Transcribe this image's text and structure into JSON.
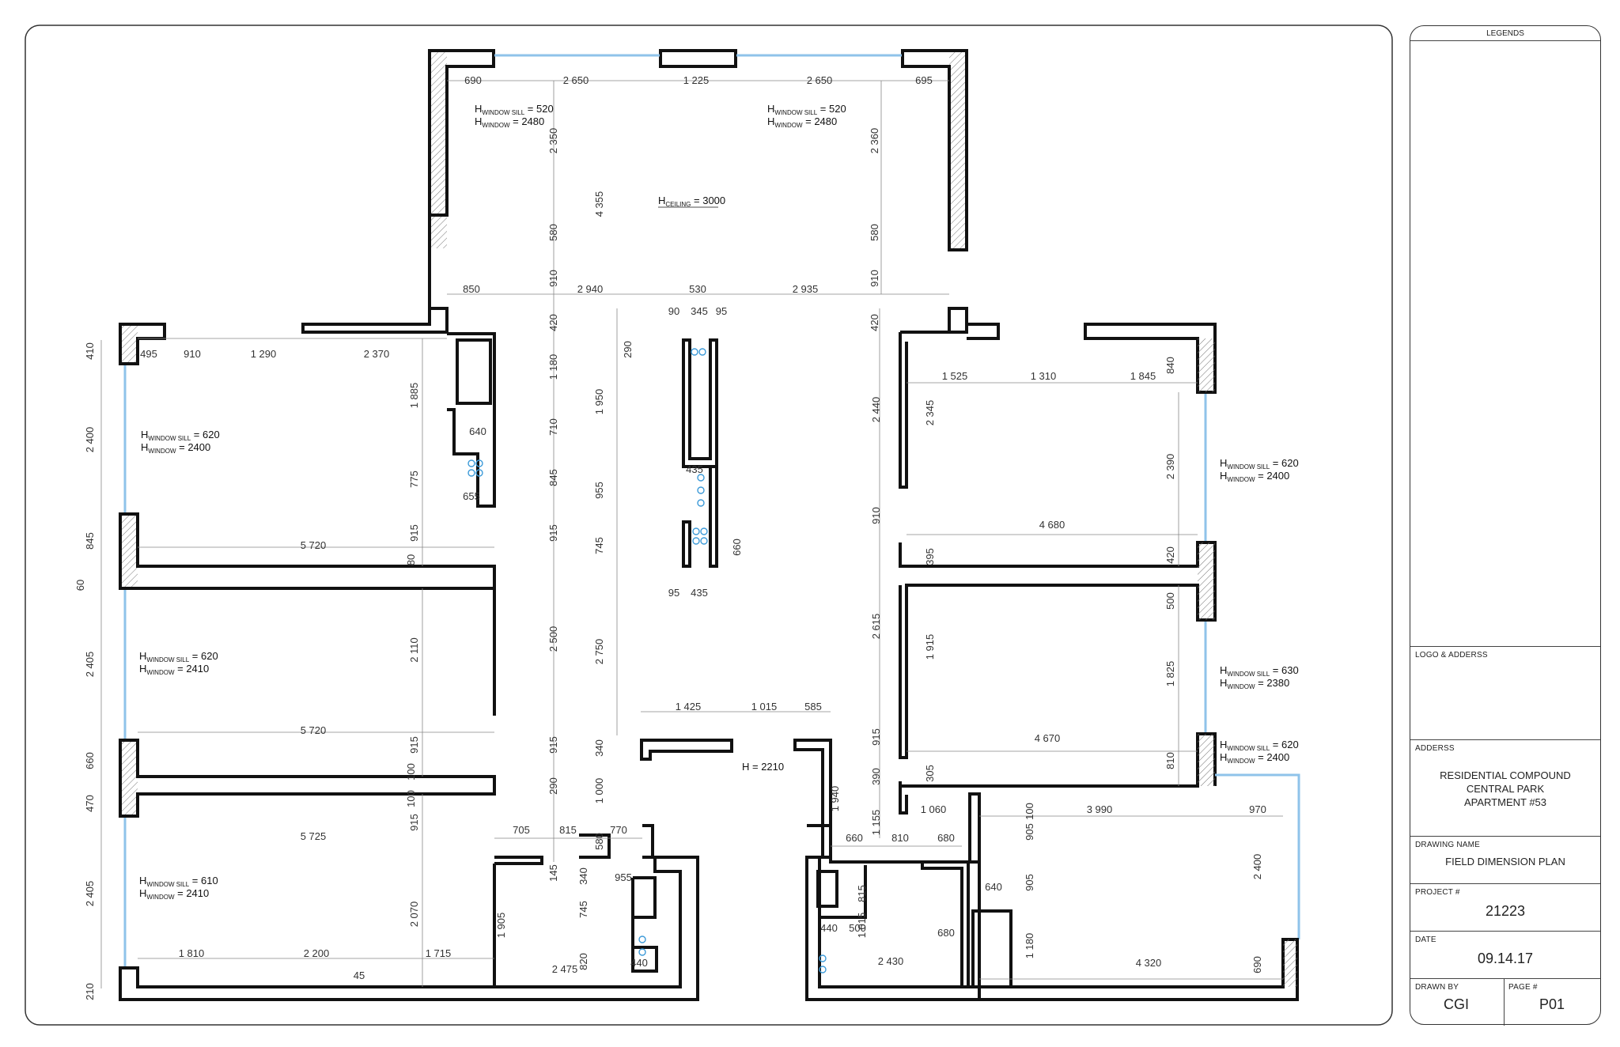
{
  "title_block": {
    "legends_label": "LEGENDS",
    "logo_label": "LOGO & ADDERSS",
    "address_label": "ADDERSS",
    "address_lines": [
      "RESIDENTIAL COMPOUND",
      "CENTRAL PARK",
      "APARTMENT #53"
    ],
    "drawing_name_label": "DRAWING NAME",
    "drawing_name": "FIELD DIMENSION PLAN",
    "project_label": "PROJECT #",
    "project": "21223",
    "date_label": "DATE",
    "date": "09.14.17",
    "drawn_by_label": "DRAWN BY",
    "drawn_by": "CGI",
    "page_label": "PAGE #",
    "page": "P01"
  },
  "plan": {
    "ceiling_note": {
      "main": "H",
      "sub": "CEILING",
      "value": " = 3000"
    },
    "door_height_note": "H = 2210",
    "window_notes": [
      {
        "sill": "520",
        "window": "2480"
      },
      {
        "sill": "520",
        "window": "2480"
      },
      {
        "sill": "620",
        "window": "2400"
      },
      {
        "sill": "620",
        "window": "2410"
      },
      {
        "sill": "610",
        "window": "2410"
      },
      {
        "sill": "620",
        "window": "2400"
      },
      {
        "sill": "630",
        "window": "2380"
      },
      {
        "sill": "620",
        "window": "2400"
      }
    ],
    "sub_labels": {
      "sill": "WINDOW SILL",
      "window": "WINDOW"
    },
    "dimensions": [
      "690",
      "2 650",
      "1 225",
      "2 650",
      "695",
      "2 350",
      "4 355",
      "2 360",
      "580",
      "580",
      "910",
      "910",
      "850",
      "2 940",
      "530",
      "2 935",
      "90",
      "345",
      "95",
      "420",
      "420",
      "290",
      "410",
      "495",
      "910",
      "1 290",
      "2 370",
      "1 885",
      "1 180",
      "1 950",
      "640",
      "710",
      "2 400",
      "775",
      "845",
      "655",
      "435",
      "955",
      "845",
      "5 720",
      "915",
      "915",
      "745",
      "660",
      "80",
      "60",
      "95",
      "435",
      "2 405",
      "2 110",
      "2 500",
      "2 750",
      "5 720",
      "915",
      "915",
      "340",
      "660",
      "100",
      "290",
      "1 000",
      "470",
      "100",
      "915",
      "5 725",
      "705",
      "815",
      "770",
      "580",
      "145",
      "340",
      "955",
      "745",
      "1 905",
      "2 070",
      "2 405",
      "1 810",
      "2 200",
      "1 715",
      "45",
      "820",
      "2 475",
      "440",
      "210",
      "1 525",
      "1 310",
      "1 845",
      "840",
      "2 345",
      "2 440",
      "2 390",
      "4 680",
      "910",
      "395",
      "420",
      "500",
      "2 615",
      "1 915",
      "1 825",
      "4 670",
      "915",
      "305",
      "810",
      "390",
      "1 425",
      "1 015",
      "585",
      "1 940",
      "1 060",
      "100",
      "3 990",
      "970",
      "1 155",
      "660",
      "810",
      "680",
      "905",
      "905",
      "815",
      "1 015",
      "640",
      "440",
      "500",
      "2 430",
      "680",
      "1 180",
      "2 400",
      "4 320",
      "690"
    ]
  },
  "icons": {
    "north_fixture": "round-fixture-icon"
  },
  "colors": {
    "wall": "#111111",
    "glazing": "#8fc3ea",
    "fixtures": "#3c9ad8"
  }
}
